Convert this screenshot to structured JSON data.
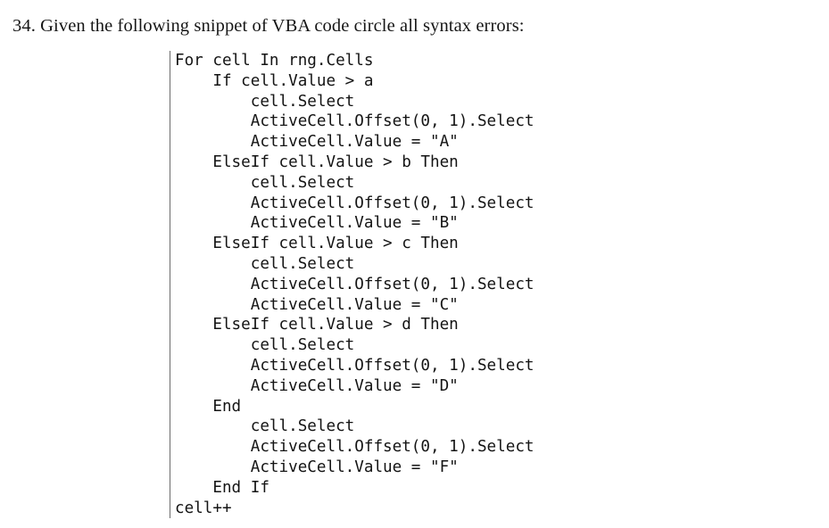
{
  "page": {
    "background_color": "#ffffff",
    "text_color": "#161616"
  },
  "question": {
    "number": "34.",
    "heading": "34. Given the following snippet of VBA code circle all syntax errors:"
  },
  "code_block": {
    "language": "VBA",
    "border_color": "#6b6b6b",
    "lines": [
      "For cell In rng.Cells",
      "    If cell.Value > a",
      "        cell.Select",
      "        ActiveCell.Offset(0, 1).Select",
      "        ActiveCell.Value = \"A\"",
      "    ElseIf cell.Value > b Then",
      "        cell.Select",
      "        ActiveCell.Offset(0, 1).Select",
      "        ActiveCell.Value = \"B\"",
      "    ElseIf cell.Value > c Then",
      "        cell.Select",
      "        ActiveCell.Offset(0, 1).Select",
      "        ActiveCell.Value = \"C\"",
      "    ElseIf cell.Value > d Then",
      "        cell.Select",
      "        ActiveCell.Offset(0, 1).Select",
      "        ActiveCell.Value = \"D\"",
      "    End",
      "        cell.Select",
      "        ActiveCell.Offset(0, 1).Select",
      "        ActiveCell.Value = \"F\"",
      "    End If",
      "cell++"
    ]
  }
}
